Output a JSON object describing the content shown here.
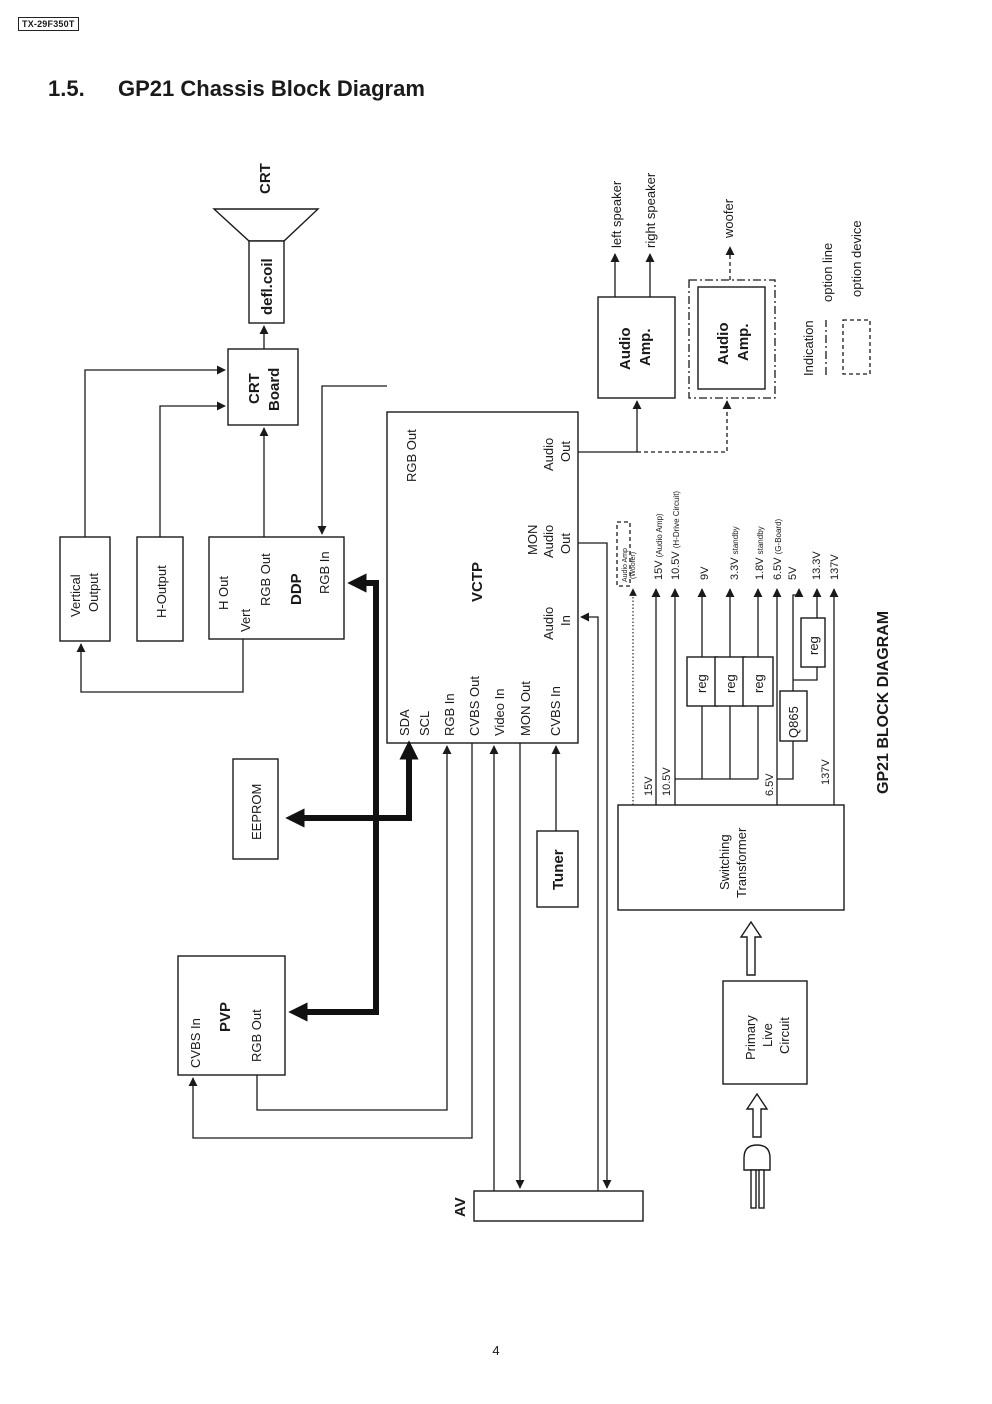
{
  "header": {
    "model": "TX-29F350T"
  },
  "section": {
    "number": "1.5.",
    "title": "GP21 Chassis Block Diagram"
  },
  "page_number": "4",
  "diagram": {
    "title": "GP21 BLOCK DIAGRAM",
    "crt": {
      "label": "CRT",
      "coil": "defl.coil"
    },
    "crt_board": {
      "line1": "CRT",
      "line2": "Board"
    },
    "vertical_output": {
      "line1": "Vertical",
      "line2": "Output"
    },
    "h_output": "H-Output",
    "ddp": {
      "name": "DDP",
      "h_out": "H Out",
      "vert": "Vert",
      "rgb_out": "RGB Out",
      "rgb_in": "RGB In"
    },
    "vctp": {
      "name": "VCTP",
      "rgb_out": "RGB Out",
      "audio_out": {
        "line1": "Audio",
        "line2": "Out"
      },
      "mon_audio_out": {
        "line1": "MON",
        "line2": "Audio",
        "line3": "Out"
      },
      "audio_in": {
        "line1": "Audio",
        "line2": "In"
      },
      "sda": "SDA",
      "scl": "SCL",
      "rgb_in": "RGB In",
      "cvbs_out": "CVBS Out",
      "video_in": "Video In",
      "mon_out": "MON Out",
      "cvbs_in": "CVBS In"
    },
    "eeprom": "EEPROM",
    "tuner": "Tuner",
    "pvp": {
      "name": "PVP",
      "cvbs_in": "CVBS In",
      "rgb_out": "RGB Out"
    },
    "av": "AV",
    "audio_amp": {
      "line1": "Audio",
      "line2": "Amp."
    },
    "speakers": {
      "left": "left speaker",
      "right": "right speaker",
      "woofer": "woofer"
    },
    "indication": {
      "title": "Indication",
      "option_line": "option line",
      "option_device": "option device"
    },
    "power": {
      "switching": {
        "line1": "Switching",
        "line2": "Transformer"
      },
      "primary": {
        "line1": "Primary",
        "line2": "Live",
        "line3": "Circuit"
      },
      "regulators": [
        "reg",
        "reg",
        "reg",
        "reg"
      ],
      "transistor": "Q865",
      "inputs": [
        "15V",
        "10.5V",
        "6.5V",
        "137V"
      ],
      "outputs": {
        "woofer_amp": {
          "line1": "Audio Amp",
          "line2": "(Woofer)"
        },
        "v15": {
          "v": "15V",
          "note": "(Audio Amp)"
        },
        "v10_5": {
          "v": "10.5V",
          "note": "(H-Drive Circuit)"
        },
        "v9": {
          "v": "9V",
          "note": ""
        },
        "v3_3": {
          "v": "3.3V",
          "note": "standby"
        },
        "v1_8": {
          "v": "1.8V",
          "note": "standby"
        },
        "v6_5": {
          "v": "6.5V",
          "note": "(G-Board)"
        },
        "v5": {
          "v": "5V",
          "note": ""
        },
        "v13_3": {
          "v": "13.3V",
          "note": ""
        },
        "v137": {
          "v": "137V",
          "note": ""
        }
      }
    }
  }
}
